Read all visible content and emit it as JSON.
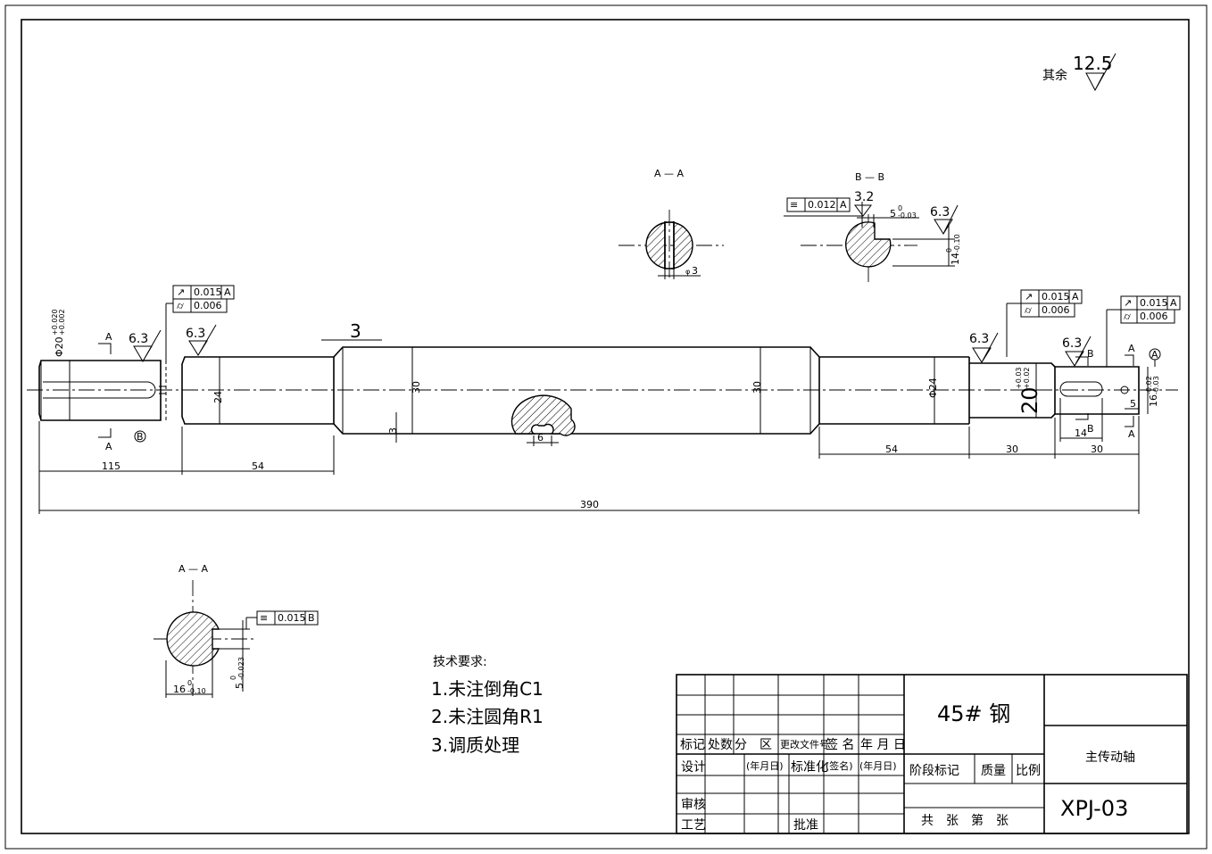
{
  "roughness": {
    "other_label": "其余",
    "other_value": "12.5",
    "values": [
      "6.3",
      "6.3",
      "3.2",
      "6.3",
      "6.3",
      "6.3"
    ]
  },
  "sections": {
    "aa_top": "A — A",
    "bb_top": "B — B",
    "aa_bottom": "A — A",
    "aa_top_dim": "3",
    "bb_tol": "0.012",
    "bb_datum": "A",
    "bb_key_dim": "5",
    "bb_key_tol": "0",
    "bb_key_tol2": "-0.03",
    "bb_depth": "14",
    "bb_depth_tol": "0",
    "bb_depth_tol2": "-0.10",
    "aa_bottom_tol": "0.015",
    "aa_bottom_datum": "B",
    "aa_bottom_width": "16",
    "aa_bottom_width_tol": "0",
    "aa_bottom_width_tol2": "-0.10",
    "aa_bottom_key": "5",
    "aa_bottom_key_tol": "0",
    "aa_bottom_key_tol2": "-0.023"
  },
  "fcf": {
    "left_runout": "0.015",
    "left_runout_datum": "A",
    "left_cyl": "0.006",
    "right1_runout": "0.015",
    "right1_runout_datum": "A",
    "right1_cyl": "0.006",
    "right2_runout": "0.015",
    "right2_runout_datum": "A",
    "right2_cyl": "0.006"
  },
  "shaft": {
    "left_dia": "Φ20",
    "left_dia_tol_upper": "+0.020",
    "left_dia_tol_lower": "+0.002",
    "dia_24_left": "24",
    "dia_30_left": "30",
    "dia_30_right": "30",
    "dia_24_right": "Φ24",
    "dia_20_right": "20",
    "dia_20_tol_upper": "+0.03",
    "dia_20_tol_lower": "+0.02",
    "dia_16": "16",
    "dia_16_tol_upper": "-0.02",
    "dia_16_tol_lower": "-0.03",
    "phi_symbol": "φ",
    "chamfer": "3",
    "groove_depth": "3",
    "groove_width": "6",
    "key_right_len": "14",
    "key_right_end": "5",
    "cut_label_a": "A",
    "cut_label_b": "B",
    "datum_a": "A",
    "datum_b": "B"
  },
  "dimensions": {
    "d115": "115",
    "d54_left": "54",
    "d54_right": "54",
    "d30_a": "30",
    "d30_b": "30",
    "d390": "390"
  },
  "tech": {
    "heading": "技术要求:",
    "items": [
      "1.未注倒角C1",
      "2.未注圆角R1",
      "3.调质处理"
    ]
  },
  "titleblock": {
    "material": "45# 钢",
    "part_name": "主传动轴",
    "drawing_no": "XPJ-03",
    "h_mark": "标记",
    "h_count": "处数",
    "h_zone": "分　区",
    "h_docno": "更改文件号",
    "h_sign": "签 名",
    "h_date": "年 月 日",
    "design": "设计",
    "ymd1": "(年月日)",
    "standard": "标准化",
    "signname": "(签名)",
    "ymd2": "(年月日)",
    "stage": "阶段标记",
    "weight": "质量",
    "scale": "比例",
    "review": "审核",
    "process": "工艺",
    "approve": "批准",
    "sheets": "共　张　第　张"
  }
}
